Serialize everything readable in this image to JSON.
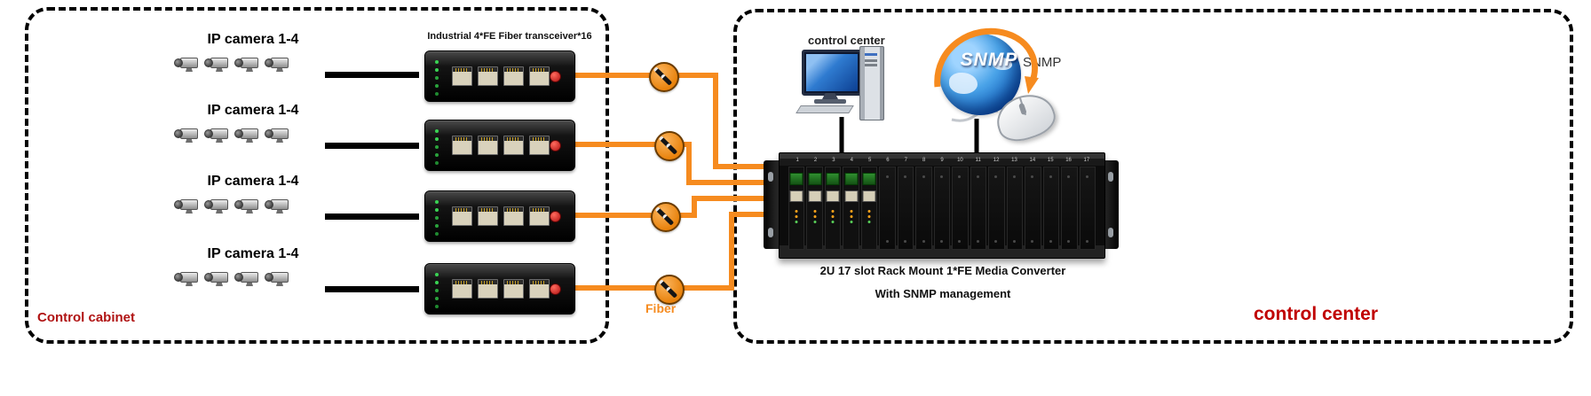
{
  "colors": {
    "fiber_orange": "#F68B1F",
    "label_red": "#C00000",
    "line_black": "#000000",
    "globe_blue": "#1061C0"
  },
  "control_cabinet": {
    "title": "Control cabinet",
    "transceiver_label": "Industrial 4*FE Fiber transceiver*16",
    "cameras_per_row": 4,
    "camera_rows": [
      {
        "label": "IP camera 1-4"
      },
      {
        "label": "IP camera 1-4"
      },
      {
        "label": "IP camera 1-4"
      },
      {
        "label": "IP camera 1-4"
      }
    ]
  },
  "fiber": {
    "label": "Fiber",
    "link_count": 4
  },
  "control_center": {
    "title": "control center",
    "workstation_label": "control center",
    "snmp_globe_text": "SNMP",
    "snmp_label": "SNMP",
    "rack": {
      "slot_count": 17,
      "populated_slots": 5,
      "caption_line1": "2U 17 slot Rack Mount  1*FE Media Converter",
      "caption_line2": "With SNMP management"
    }
  }
}
